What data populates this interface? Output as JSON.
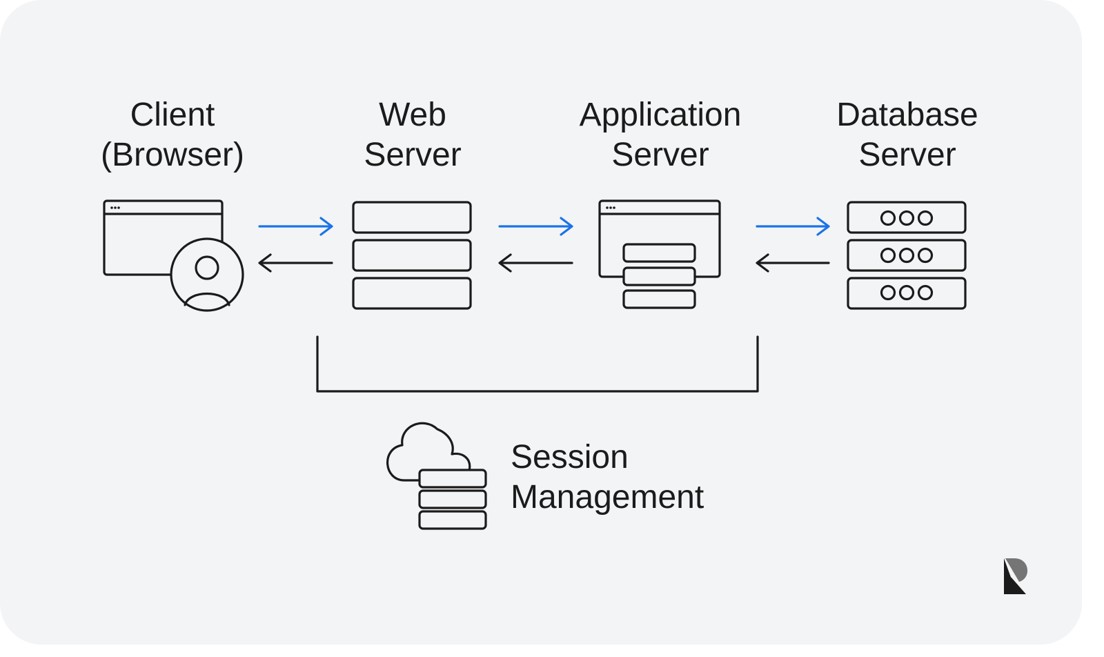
{
  "nodes": {
    "client": "Client\n(Browser)",
    "web": "Web\nServer",
    "app": "Application\nServer",
    "db": "Database\nServer",
    "session": "Session\nManagement"
  },
  "icons": {
    "client": "browser-with-user-icon",
    "web": "server-stack-icon",
    "app": "application-server-icon",
    "db": "database-server-icon",
    "session": "cloud-storage-icon",
    "brand": "r-logo-icon"
  },
  "colors": {
    "background": "#f3f4f6",
    "request_arrow": "#1a73e8",
    "response_arrow": "#1b1b1b",
    "stroke": "#1b1b1b"
  }
}
